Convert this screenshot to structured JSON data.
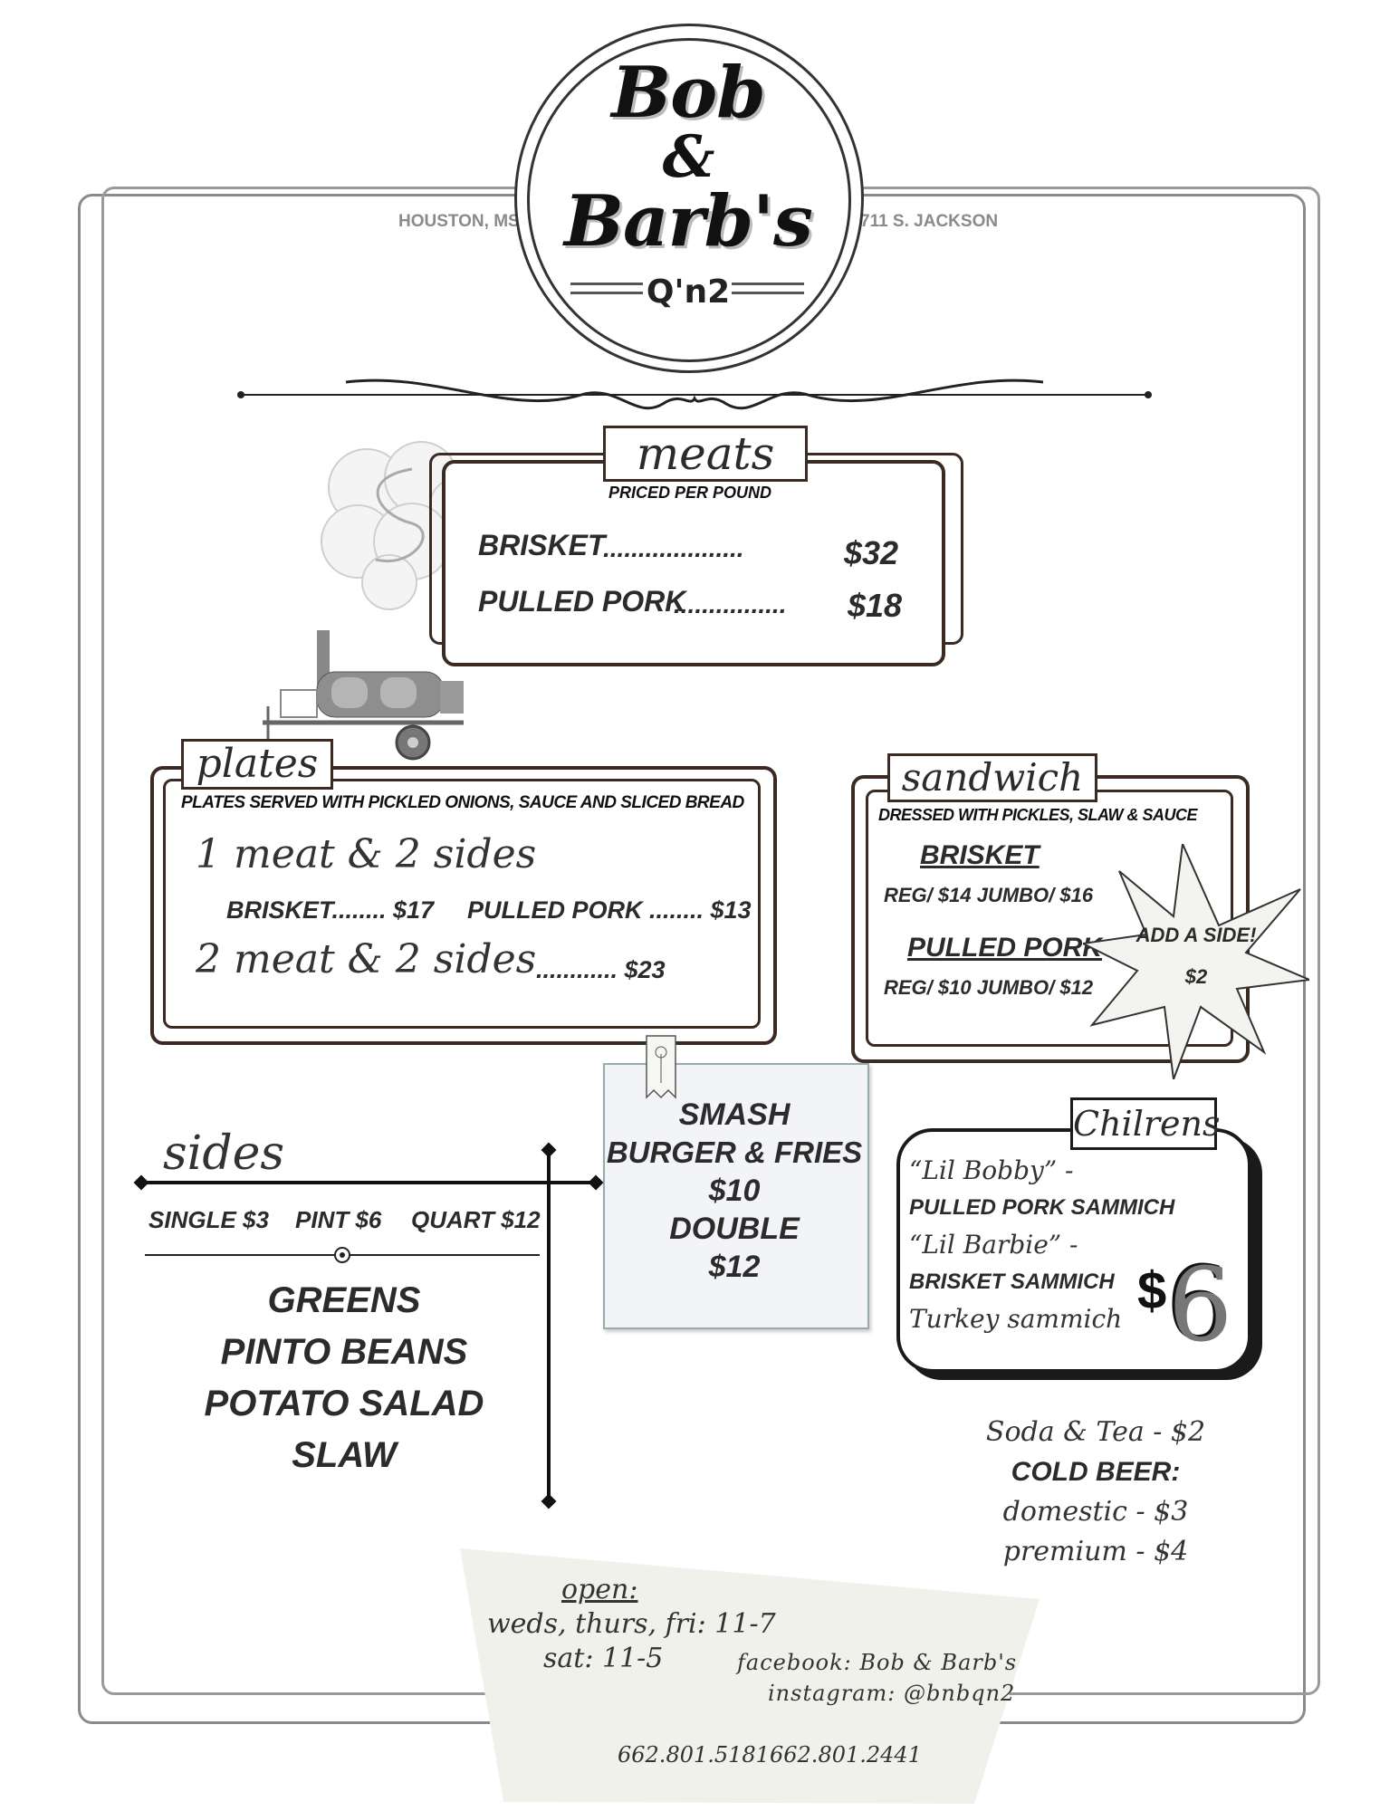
{
  "header": {
    "logo_line1": "Bob",
    "logo_amp": "&",
    "logo_line2": "Barb's",
    "logo_sub": "Q'n2",
    "city": "HOUSTON, MS",
    "address": "711 S. JACKSON"
  },
  "meats": {
    "title": "meats",
    "subtitle": "PRICED PER POUND",
    "items": [
      {
        "name": "BRISKET",
        "dots": "....................",
        "price": "$32"
      },
      {
        "name": "PULLED PORK",
        "dots": "................",
        "price": "$18"
      }
    ]
  },
  "plates": {
    "title": "plates",
    "subtitle": "PLATES SERVED WITH PICKLED ONIONS, SAUCE AND SLICED BREAD",
    "option1": "1 meat & 2 sides",
    "option1_brisket": "BRISKET........ $17",
    "option1_pork": "PULLED PORK ........ $13",
    "option2": "2 meat & 2 sides",
    "option2_price": "............ $23"
  },
  "sandwich": {
    "title": "sandwich",
    "subtitle": "DRESSED WITH PICKLES, SLAW & SAUCE",
    "brisket_name": "BRISKET",
    "brisket_prices": "REG/ $14  JUMBO/ $16",
    "pork_name": "PULLED PORK",
    "pork_prices": "REG/ $10   JUMBO/ $12",
    "burst_line1": "ADD A SIDE!",
    "burst_line2": "$2"
  },
  "burger": {
    "lines": [
      "SMASH",
      "BURGER & FRIES",
      "$10",
      "DOUBLE",
      "$12"
    ]
  },
  "sides": {
    "title": "sides",
    "sizes": [
      "SINGLE $3",
      "PINT $6",
      "QUART $12"
    ],
    "items": [
      "GREENS",
      "PINTO BEANS",
      "POTATO SALAD",
      "SLAW"
    ]
  },
  "kids": {
    "title": "Chilrens",
    "lines": [
      "“Lil Bobby” -",
      "PULLED PORK SAMMICH",
      "“Lil Barbie” -",
      "BRISKET SAMMICH",
      "Turkey sammich"
    ],
    "price_symbol": "$",
    "price_value": "6"
  },
  "drinks": {
    "lines": [
      "Soda & Tea - $2",
      "COLD BEER:",
      "domestic - $3",
      "premium - $4"
    ]
  },
  "footer": {
    "open_label": "open:",
    "hours1": "weds, thurs, fri: 11-7",
    "hours2": "sat: 11-5",
    "facebook": "facebook: Bob & Barb's",
    "instagram": "instagram: @bnbqn2",
    "phone1": "662.801.5181",
    "phone2": "662.801.2441"
  },
  "icons": [
    "smoke-icon",
    "smoker-trailer-icon",
    "pin-flower-icon",
    "starburst-icon",
    "flourish-divider-icon"
  ],
  "colors": {
    "box_border": "#3a2a22",
    "frame": "#8a8a8a",
    "note_bg": "#f2f4f7",
    "footer_bg": "#f1f1ec"
  }
}
